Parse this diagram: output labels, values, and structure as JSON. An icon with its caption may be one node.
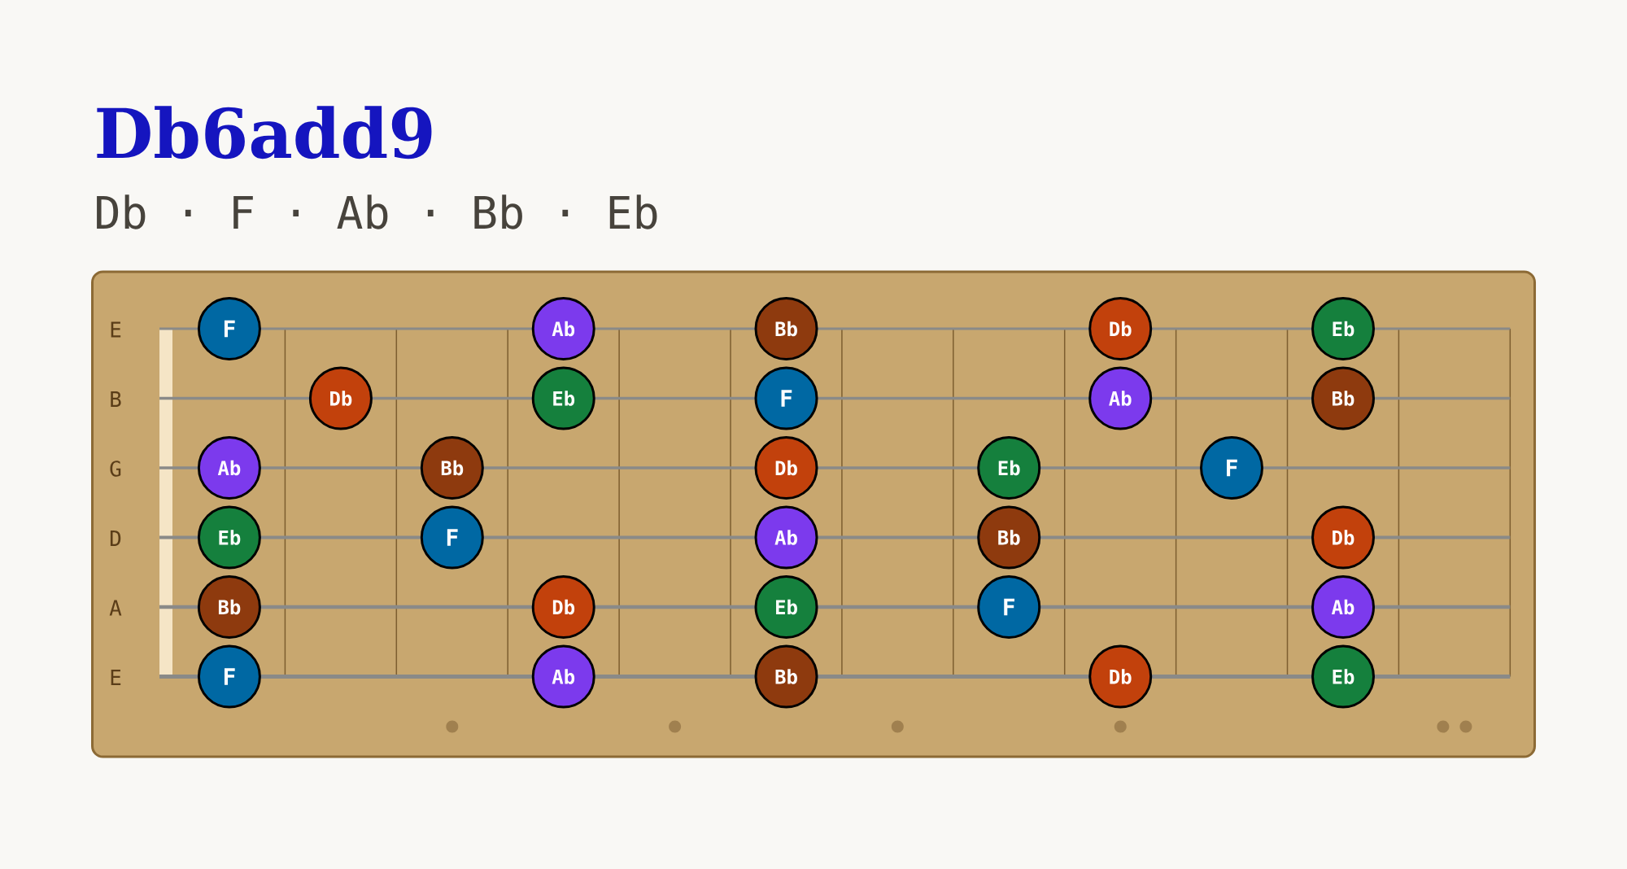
{
  "diagram": {
    "title": "Db6add9",
    "nodes": [
      {
        "text": [
          "F"
        ]
      },
      {
        "text": [
          "Ab"
        ]
      },
      {
        "text": [
          "Bb"
        ]
      },
      {
        "text": [
          "Db"
        ]
      },
      {
        "text": [
          "Eb"
        ]
      },
      {
        "text": [
          "Db"
        ]
      },
      {
        "text": [
          "Eb"
        ]
      },
      {
        "text": [
          "F"
        ]
      },
      {
        "text": [
          "Ab"
        ]
      },
      {
        "text": [
          "Bb"
        ]
      },
      {
        "text": [
          "Ab"
        ]
      },
      {
        "text": [
          "Bb"
        ]
      },
      {
        "text": [
          "Db"
        ]
      },
      {
        "text": [
          "Eb"
        ]
      },
      {
        "text": [
          "F"
        ]
      },
      {
        "text": [
          "Eb"
        ]
      },
      {
        "text": [
          "F"
        ]
      },
      {
        "text": [
          "Ab"
        ]
      },
      {
        "text": [
          "Bb"
        ]
      },
      {
        "text": [
          "Db"
        ]
      },
      {
        "text": [
          "Bb"
        ]
      },
      {
        "text": [
          "Db"
        ]
      },
      {
        "text": [
          "Eb"
        ]
      },
      {
        "text": [
          "F"
        ]
      },
      {
        "text": [
          "Ab"
        ]
      },
      {
        "text": [
          "F"
        ]
      },
      {
        "text": [
          "Ab"
        ]
      },
      {
        "text": [
          "Bb"
        ]
      },
      {
        "text": [
          "Db"
        ]
      },
      {
        "text": [
          "Eb"
        ]
      }
    ],
    "labels": [
      "Db · F · Ab · Bb · Eb",
      "E",
      "B",
      "G",
      "D",
      "A",
      "E"
    ]
  }
}
